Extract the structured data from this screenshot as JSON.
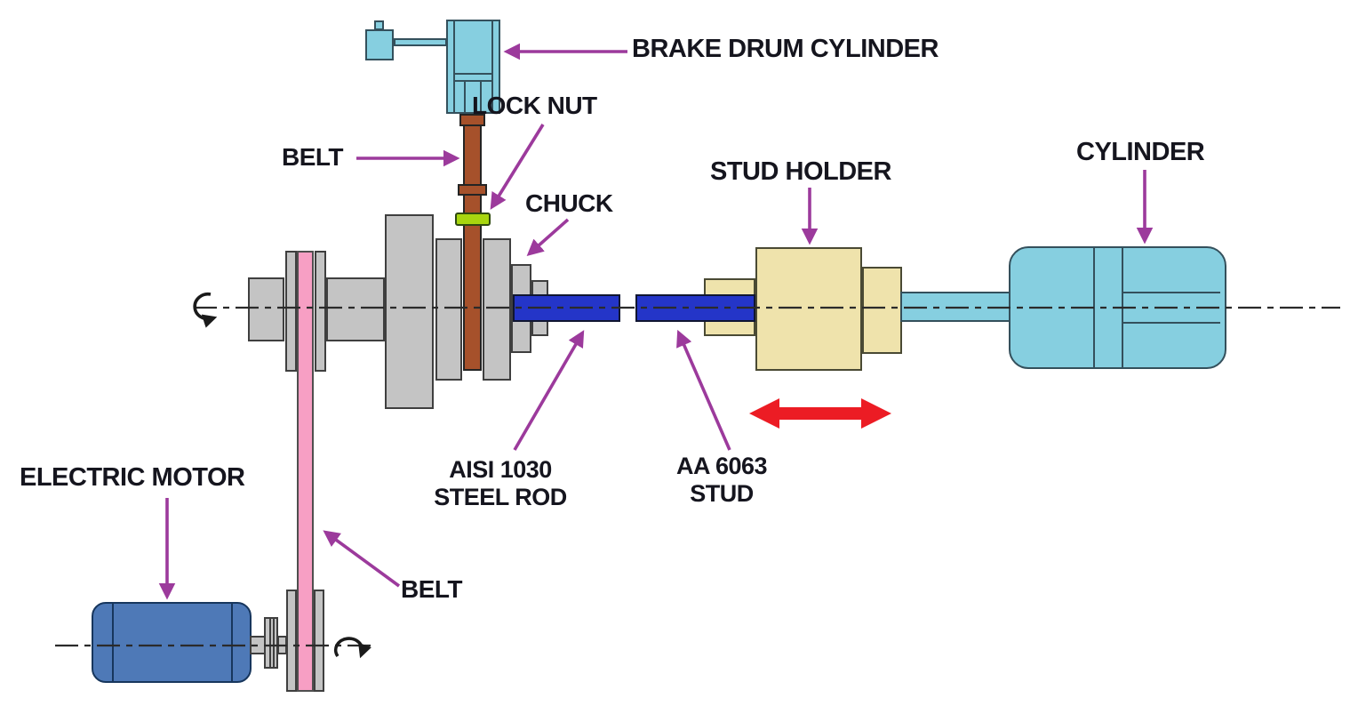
{
  "diagram": {
    "type": "friction-welding-setup-schematic",
    "labels": {
      "brake_drum_cylinder": "BRAKE DRUM CYLINDER",
      "lock_nut": "LOCK NUT",
      "belt_upper": "BELT",
      "chuck": "CHUCK",
      "stud_holder": "STUD HOLDER",
      "cylinder": "CYLINDER",
      "electric_motor": "ELECTRIC MOTOR",
      "belt_lower": "BELT",
      "steel_rod_line1": "AISI 1030",
      "steel_rod_line2": "STEEL ROD",
      "stud_line1": "AA 6063",
      "stud_line2": "STUD"
    },
    "symbols": {
      "axial_motion_arrow": "red-double-headed-arrow",
      "spindle_rotation_arrow": "circular-rotation-arrow",
      "motor_rotation_arrow": "circular-rotation-arrow",
      "centerline_style": "dash-dot"
    },
    "colors": {
      "annotation_purple": "#9c3a9c",
      "motion_red": "#ec1c24",
      "cyan_parts": "#86cfe0",
      "tan_stud_holder": "#efe3ac",
      "blue_rods": "#2435c8",
      "pink_belt": "#f79fc4",
      "brown_belt": "#a6512b",
      "gray_spindle": "#c4c4c4",
      "green_lock_nut": "#a8d60f",
      "motor_blue": "#4e79b7",
      "label_text": "#15151e"
    }
  }
}
